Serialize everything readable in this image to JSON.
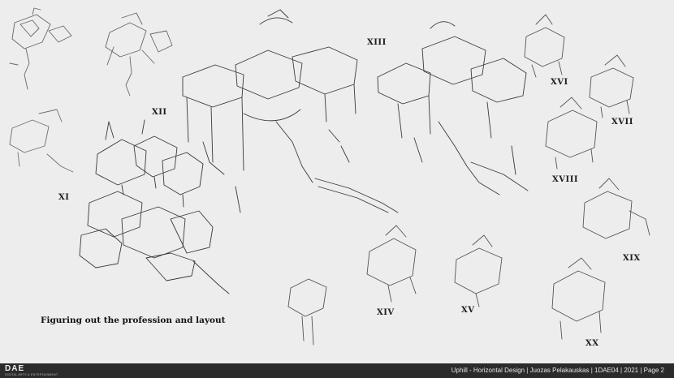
{
  "labels": {
    "xi": "XI",
    "xii": "XII",
    "xiii": "XIII",
    "xiv": "XIV",
    "xv": "XV",
    "xvi": "XVI",
    "xvii": "XVII",
    "xviii": "XVIII",
    "xix": "XIX",
    "xx": "XX"
  },
  "caption": "Figuring out the profession and layout",
  "footer": {
    "logo_mark": "DAE",
    "logo_sub": "DIGITAL ARTS & ENTERTAINMENT",
    "credits": "Uphill - Horizontal Design | Juozas Pelakauskas | 1DAE04 | 2021 | Page 2"
  }
}
